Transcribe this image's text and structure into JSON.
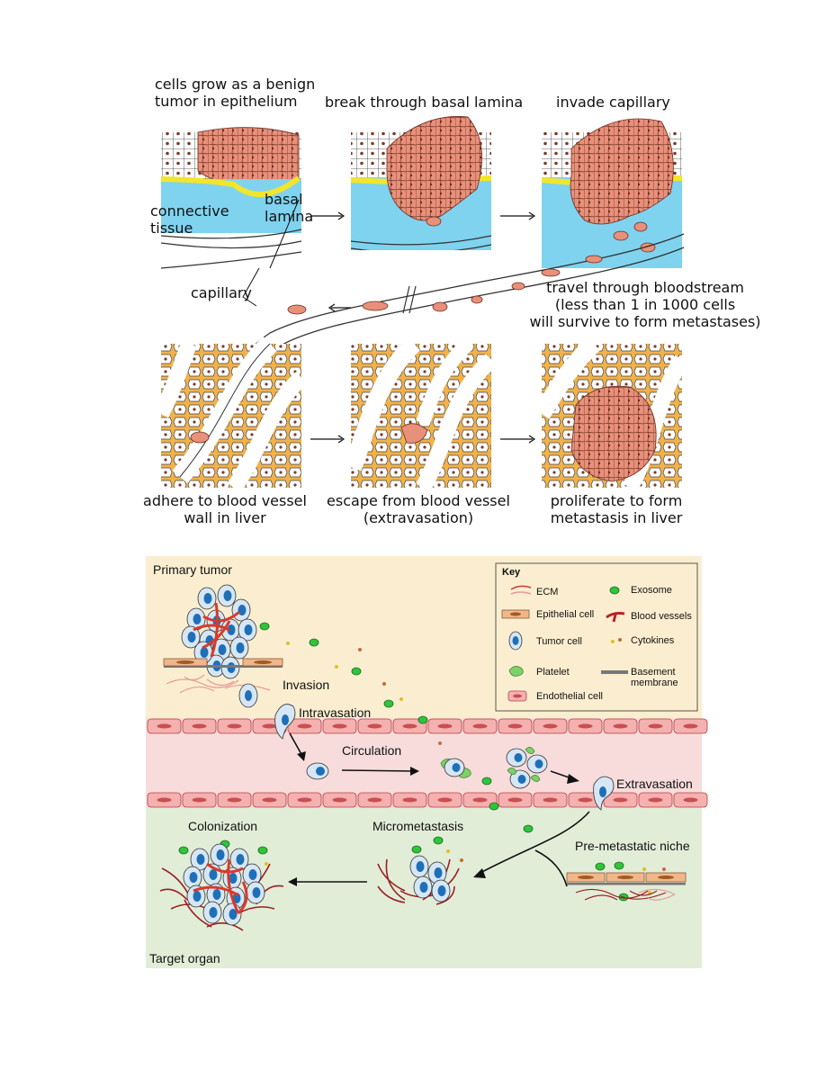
{
  "top_panel": {
    "step1_label": "cells grow as a benign\ntumor in epithelium",
    "step2_label": "break through basal lamina",
    "step3_label": "invade capillary",
    "basal_lamina_label": "basal\nlamina",
    "connective_tissue_label": "connective\ntissue",
    "capillary_label": "capillary",
    "travel_label": "travel through bloodstream\n(less than 1 in 1000 cells\nwill survive to form metastases)",
    "step4_label": "adhere to blood vessel\nwall in liver",
    "step5_label": "escape from blood vessel\n(extravasation)",
    "step6_label": "proliferate to form\nmetastasis in liver"
  },
  "bottom_panel": {
    "primary_tumor_label": "Primary tumor",
    "invasion_label": "Invasion",
    "intravasation_label": "Intravasation",
    "circulation_label": "Circulation",
    "extravasation_label": "Extravasation",
    "colonization_label": "Colonization",
    "micrometastasis_label": "Micrometastasis",
    "pre_metastatic_label": "Pre-metastatic niche",
    "target_organ_label": "Target organ",
    "key": {
      "title": "Key",
      "ecm": "ECM",
      "exosome": "Exosome",
      "epithelial_cell": "Epithelial cell",
      "blood_vessels": "Blood vessels",
      "tumor_cell": "Tumor cell",
      "cytokines": "Cytokines",
      "platelet": "Platelet",
      "basement_membrane": "Basement\nmembrane",
      "endothelial_cell": "Endothelial cell"
    }
  },
  "colors": {
    "tumor_pink": "#e8907a",
    "connective_blue": "#7fd3ef",
    "basal_yellow": "#f2e62a",
    "liver_orange": "#f2b24a",
    "primary_bg": "#fbeed0",
    "vessel_bg": "#f8dcdc",
    "organ_bg": "#e2edd8",
    "tumor_cell_fill": "#d6e6f4",
    "tumor_nucleus": "#1e6fb8",
    "exosome_green": "#2fc43a",
    "vessel_red": "#b52424"
  }
}
